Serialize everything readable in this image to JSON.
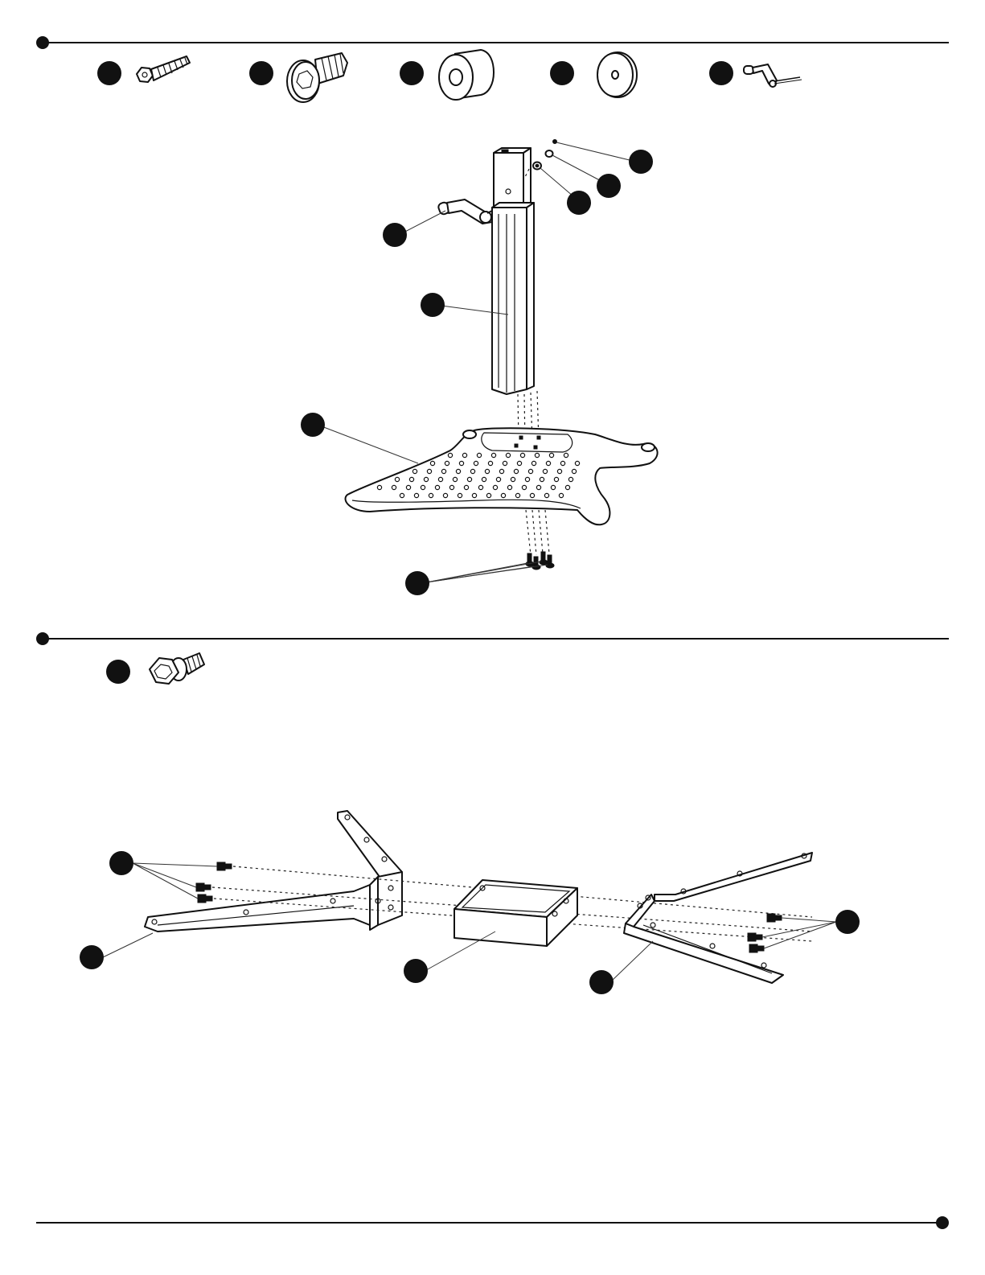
{
  "page": {
    "background": "#ffffff",
    "ink": "#111111"
  },
  "icons": [
    "step-bullet-icon",
    "lag-screw-icon",
    "socket-head-bolt-icon",
    "spacer-icon",
    "washer-icon",
    "crank-handle-icon",
    "hex-bolt-icon"
  ],
  "step1": {
    "hardware": [
      "lag-screw",
      "socket-head-bolt",
      "spacer",
      "washer",
      "crank-handle"
    ],
    "assembly_parts": [
      "column",
      "crank-handle",
      "spacers",
      "base-plate",
      "bolts"
    ]
  },
  "step2": {
    "hardware": [
      "hex-bolt"
    ],
    "assembly_parts": [
      "left-leg",
      "center-bracket",
      "right-leg",
      "bolts"
    ]
  }
}
